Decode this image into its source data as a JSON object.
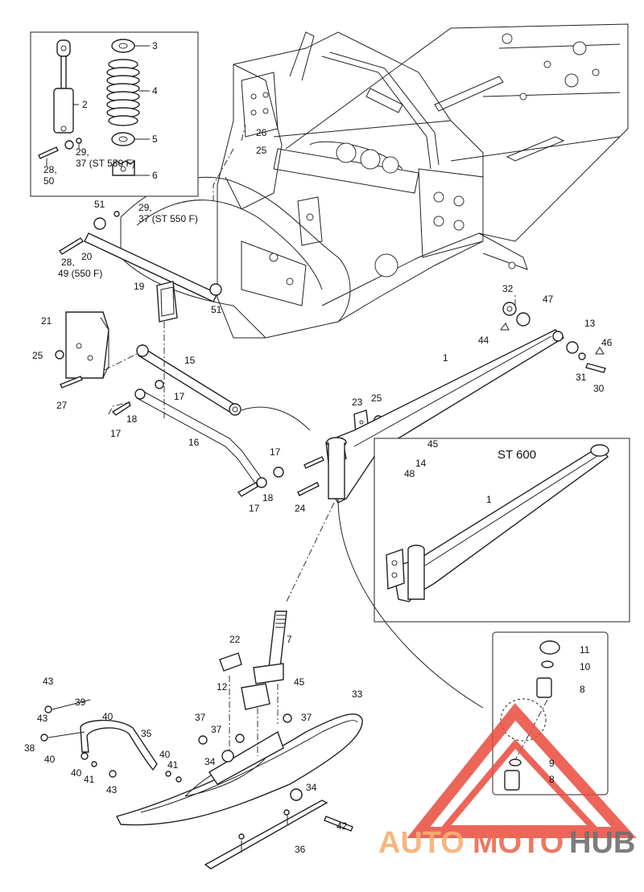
{
  "inset_box_title": "ST 600",
  "watermark": {
    "part1": "AUTO",
    "part2": "MOTO",
    "part3": "HUB",
    "color1": "#f4b073",
    "color2": "#ec6a55",
    "color3": "#6f6f6f",
    "triangle_color": "#e94b3c"
  },
  "callouts": {
    "c2": "2",
    "c3": "3",
    "c4": "4",
    "c5": "5",
    "c6": "6",
    "c28_50_a": "28,",
    "c28_50_b": "50",
    "c29_37_a": "29,",
    "c29_37_b": "37 (ST 550 F)",
    "c26": "26",
    "c25_top": "25",
    "c51_top": "51",
    "c29_37_mid_a": "29,",
    "c29_37_mid_b": "37 (ST 550 F)",
    "c20": "20",
    "c28_49_a": "28,",
    "c28_49_b": "49 (550 F)",
    "c19": "19",
    "c51_mid": "51",
    "c21": "21",
    "c25_left": "25",
    "c27": "27",
    "c15": "15",
    "c17_a": "17",
    "c17_b": "17",
    "c18_a": "18",
    "c16": "16",
    "c17_c": "17",
    "c18_b": "18",
    "c17_d": "17",
    "c24": "24",
    "c23": "23",
    "c25_mid": "25",
    "c32": "32",
    "c47": "47",
    "c44": "44",
    "c13": "13",
    "c46": "46",
    "c31": "31",
    "c30": "30",
    "c1_main": "1",
    "c45_a": "45",
    "c14": "14",
    "c48": "48",
    "c1_inset": "1",
    "c11": "11",
    "c10": "10",
    "c8_a": "8",
    "c9": "9",
    "c8_b": "8",
    "c22": "22",
    "c7": "7",
    "c12": "12",
    "c45_b": "45",
    "c43_a": "43",
    "c39": "39",
    "c43_b": "43",
    "c40_a": "40",
    "c35": "35",
    "c38": "38",
    "c40_b": "40",
    "c40_c": "40",
    "c40_d": "40",
    "c41_a": "41",
    "c41_b": "41",
    "c43_c": "43",
    "c37_a": "37",
    "c37_b": "37",
    "c37_c": "37",
    "c34_a": "34",
    "c33": "33",
    "c34_b": "34",
    "c42": "42",
    "c36": "36"
  }
}
